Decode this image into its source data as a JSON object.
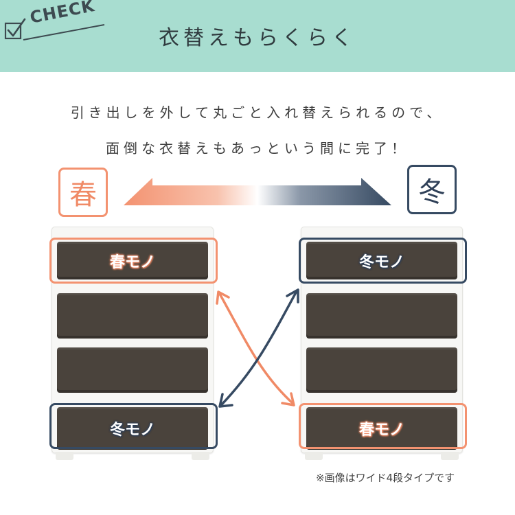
{
  "header": {
    "badge_text": "CHECK",
    "title": "衣替えもらくらく"
  },
  "description": {
    "line1": "引き出しを外して丸ごと入れ替えられるので、",
    "line2": "面倒な衣替えもあっという間に完了！"
  },
  "seasons": {
    "spring": "春",
    "winter": "冬"
  },
  "cabinets": {
    "left": {
      "top_label": "春モノ",
      "bottom_label": "冬モノ"
    },
    "right": {
      "top_label": "冬モノ",
      "bottom_label": "春モノ"
    }
  },
  "note": "※画像はワイド4段タイプです",
  "colors": {
    "header_bg": "#a8ddd0",
    "spring": "#f39270",
    "winter": "#364a62",
    "drawer": "#4a433c"
  },
  "icons": {
    "badge": "checkbox-check-icon",
    "season_arrow": "double-headed-arrow-icon",
    "swap_arrows": "crossed-double-arrows-icon"
  }
}
